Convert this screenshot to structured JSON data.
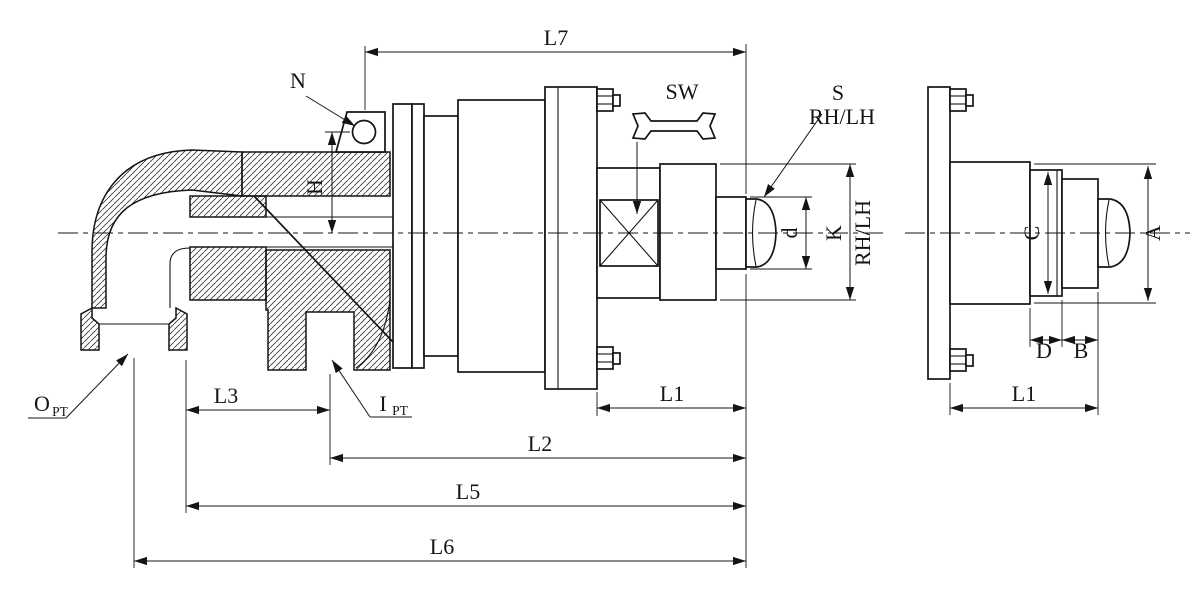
{
  "drawing": {
    "type": "rotary-joint-sectional-technical-drawing",
    "colors": {
      "line": "#141414",
      "background": "#ffffff"
    },
    "labels": {
      "l7": "L7",
      "n": "N",
      "sw": "SW",
      "s": "S",
      "rhlh": "RH/LH",
      "rhlh_side": "RH/LH",
      "h": "H",
      "d": "d",
      "k": "K",
      "l1": "L1",
      "l3": "L3",
      "i": "I",
      "i_sub": "PT",
      "o": "O",
      "o_sub": "PT",
      "l2": "L2",
      "l5": "L5",
      "l6": "L6",
      "c": "C",
      "a": "A",
      "d_cap": "D",
      "b": "B",
      "l1_side": "L1"
    }
  }
}
